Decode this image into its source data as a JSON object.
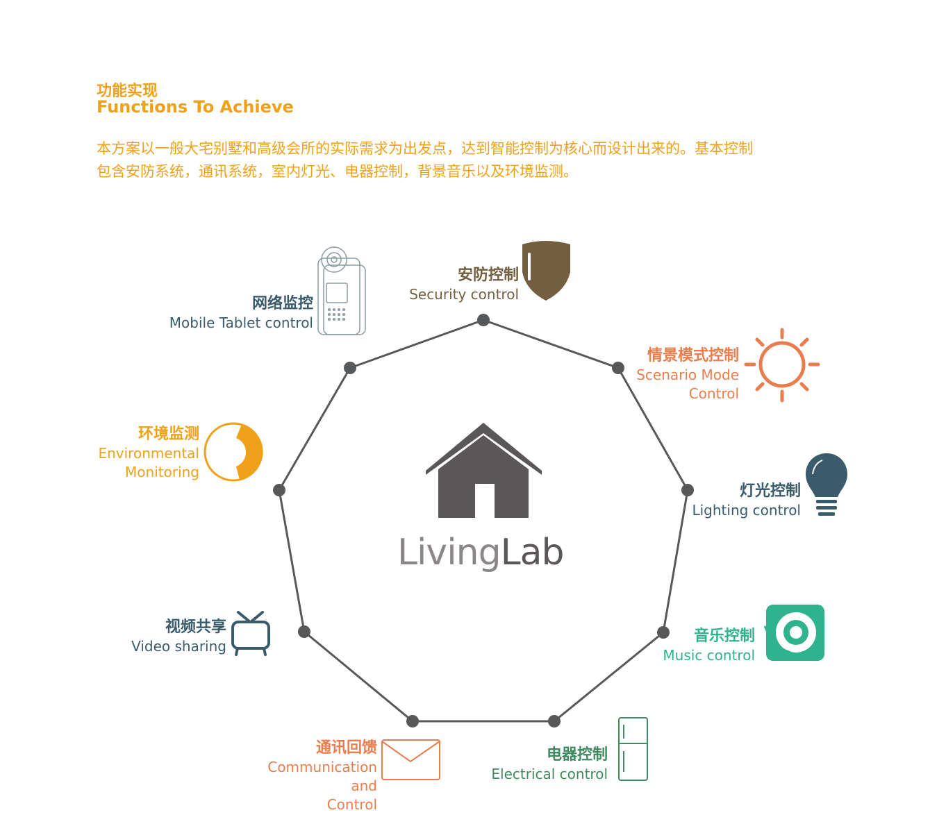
{
  "header": {
    "title_cn": "功能实现",
    "title_en": "Functions To Achieve",
    "intro_line1": "本方案以一般大宅别墅和高级会所的实际需求为出发点，达到智能控制为核心而设计出来的。基本控制",
    "intro_line2": "包含安防系统，通讯系统，室内灯光、电器控制，背景音乐以及环境监测。"
  },
  "logo": {
    "part1": "Living",
    "part2": "Lab"
  },
  "colors": {
    "orange": "#f0a11b",
    "brown": "#735f3f",
    "coral": "#ea7d4e",
    "slate": "#3a5b6b",
    "teal": "#2eb38e",
    "green": "#3f8a5f",
    "polygon": "#57585a",
    "house": "#5b5758"
  },
  "nodes": {
    "security": {
      "cn": "安防控制",
      "en": "Security control",
      "icon": "shield-icon"
    },
    "mobile": {
      "cn": "网络监控",
      "en": "Mobile Tablet control",
      "icon": "tablet-camera-icon"
    },
    "scenario": {
      "cn": "情景模式控制",
      "en1": "Scenario Mode",
      "en2": "Control",
      "icon": "sun-icon"
    },
    "environment": {
      "cn": "环境监测",
      "en1": "Environmental",
      "en2": "Monitoring",
      "icon": "gauge-icon"
    },
    "lighting": {
      "cn": "灯光控制",
      "en": "Lighting control",
      "icon": "bulb-icon"
    },
    "video": {
      "cn": "视频共享",
      "en": "Video sharing",
      "icon": "tv-icon"
    },
    "music": {
      "cn": "音乐控制",
      "en": "Music control",
      "icon": "turntable-icon"
    },
    "communication": {
      "cn": "通讯回馈",
      "en1": "Communication",
      "en2": "and",
      "en3": "Control",
      "icon": "envelope-icon"
    },
    "electrical": {
      "cn": "电器控制",
      "en": "Electrical control",
      "icon": "fridge-icon"
    }
  }
}
